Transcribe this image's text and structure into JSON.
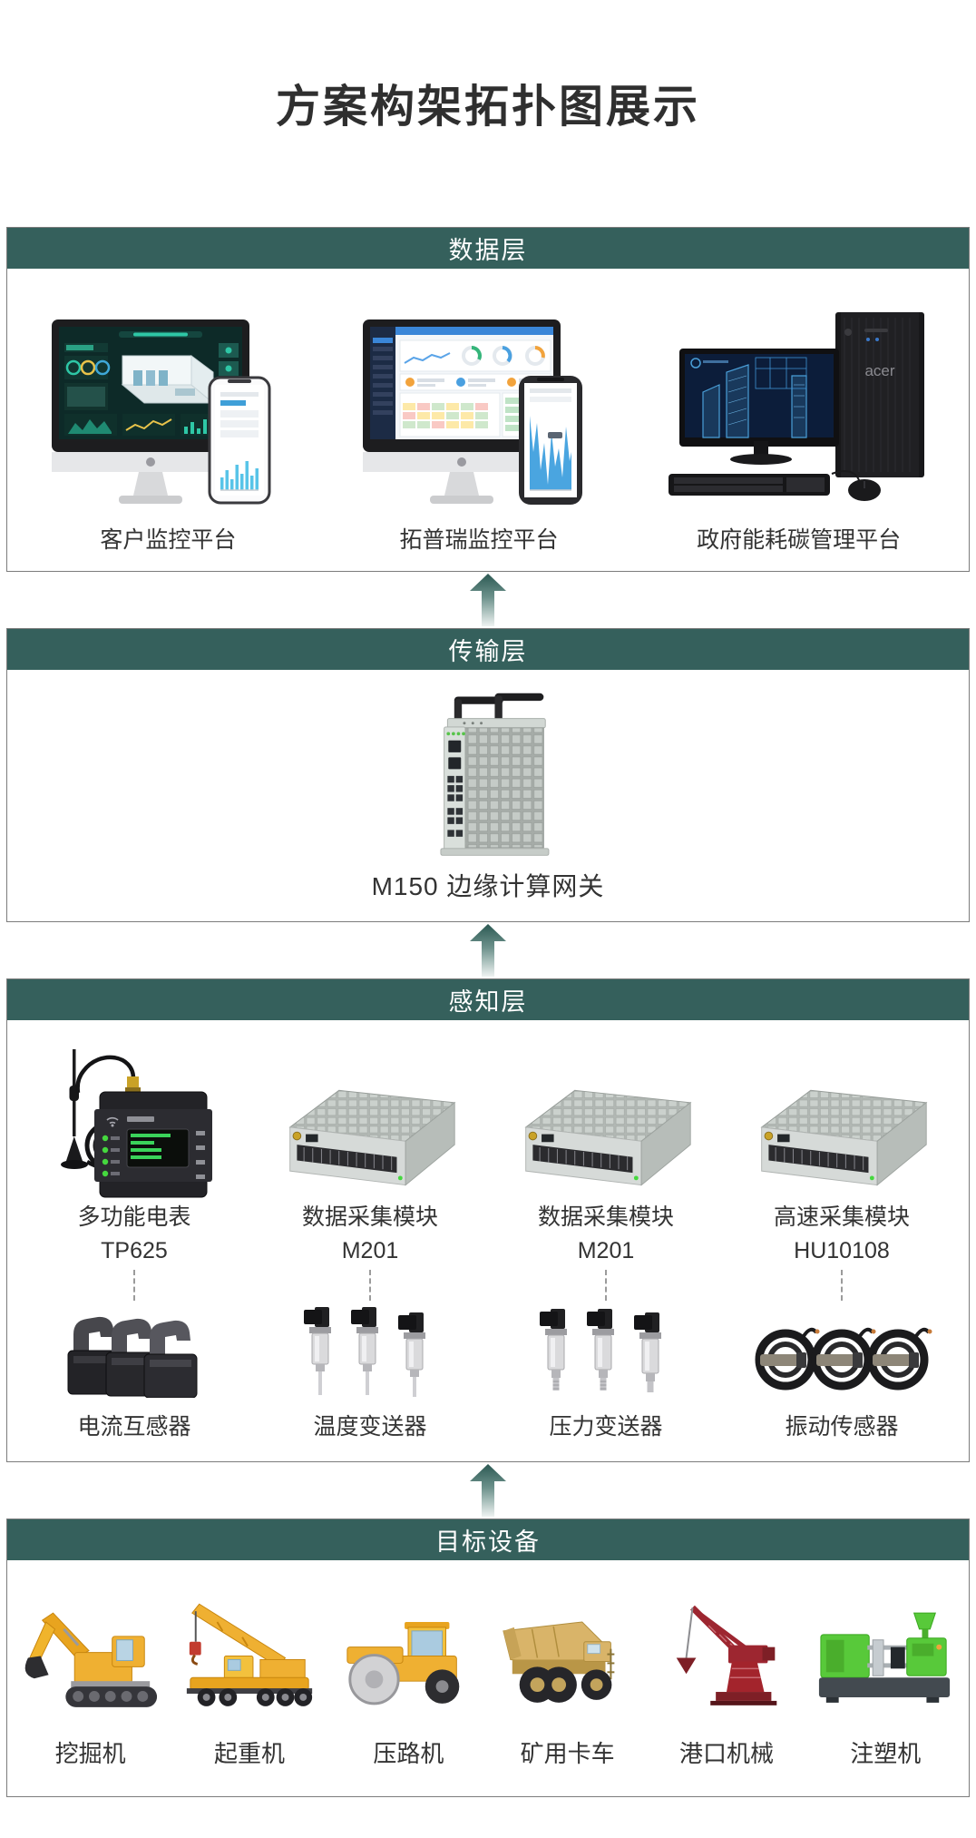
{
  "page": {
    "title": "方案构架拓扑图展示"
  },
  "colors": {
    "header_teal": "#35605c",
    "arrow_dark": "#2c5953",
    "box_border": "#7c7c7c",
    "text": "#333333"
  },
  "data_layer": {
    "header": "数据层",
    "tower_brand": "acer",
    "platforms": [
      {
        "label": "客户监控平台",
        "icon": "imac-with-phone-dark-dashboard"
      },
      {
        "label": "拓普瑞监控平台",
        "icon": "imac-with-phone-light-dashboard"
      },
      {
        "label": "政府能耗碳管理平台",
        "icon": "desktop-pc-tower-keyboard-mouse"
      }
    ]
  },
  "transport_layer": {
    "header": "传输层",
    "gateway": {
      "label": "M150 边缘计算网关",
      "icon": "edge-gateway-with-antennas"
    }
  },
  "perception_layer": {
    "header": "感知层",
    "columns": [
      {
        "device_name": "多功能电表",
        "device_model": "TP625",
        "device_icon": "power-meter-with-antenna",
        "sensor_label": "电流互感器",
        "sensor_icon": "current-transformer"
      },
      {
        "device_name": "数据采集模块",
        "device_model": "M201",
        "device_icon": "daq-module",
        "sensor_label": "温度变送器",
        "sensor_icon": "temperature-transmitter"
      },
      {
        "device_name": "数据采集模块",
        "device_model": "M201",
        "device_icon": "daq-module",
        "sensor_label": "压力变送器",
        "sensor_icon": "pressure-transmitter"
      },
      {
        "device_name": "高速采集模块",
        "device_model": "HU10108",
        "device_icon": "daq-module",
        "sensor_label": "振动传感器",
        "sensor_icon": "vibration-sensor"
      }
    ]
  },
  "target_layer": {
    "header": "目标设备",
    "machines": [
      {
        "label": "挖掘机",
        "icon": "excavator"
      },
      {
        "label": "起重机",
        "icon": "truck-crane"
      },
      {
        "label": "压路机",
        "icon": "road-roller"
      },
      {
        "label": "矿用卡车",
        "icon": "mining-truck"
      },
      {
        "label": "港口机械",
        "icon": "port-crane"
      },
      {
        "label": "注塑机",
        "icon": "injection-molding-machine"
      }
    ]
  }
}
